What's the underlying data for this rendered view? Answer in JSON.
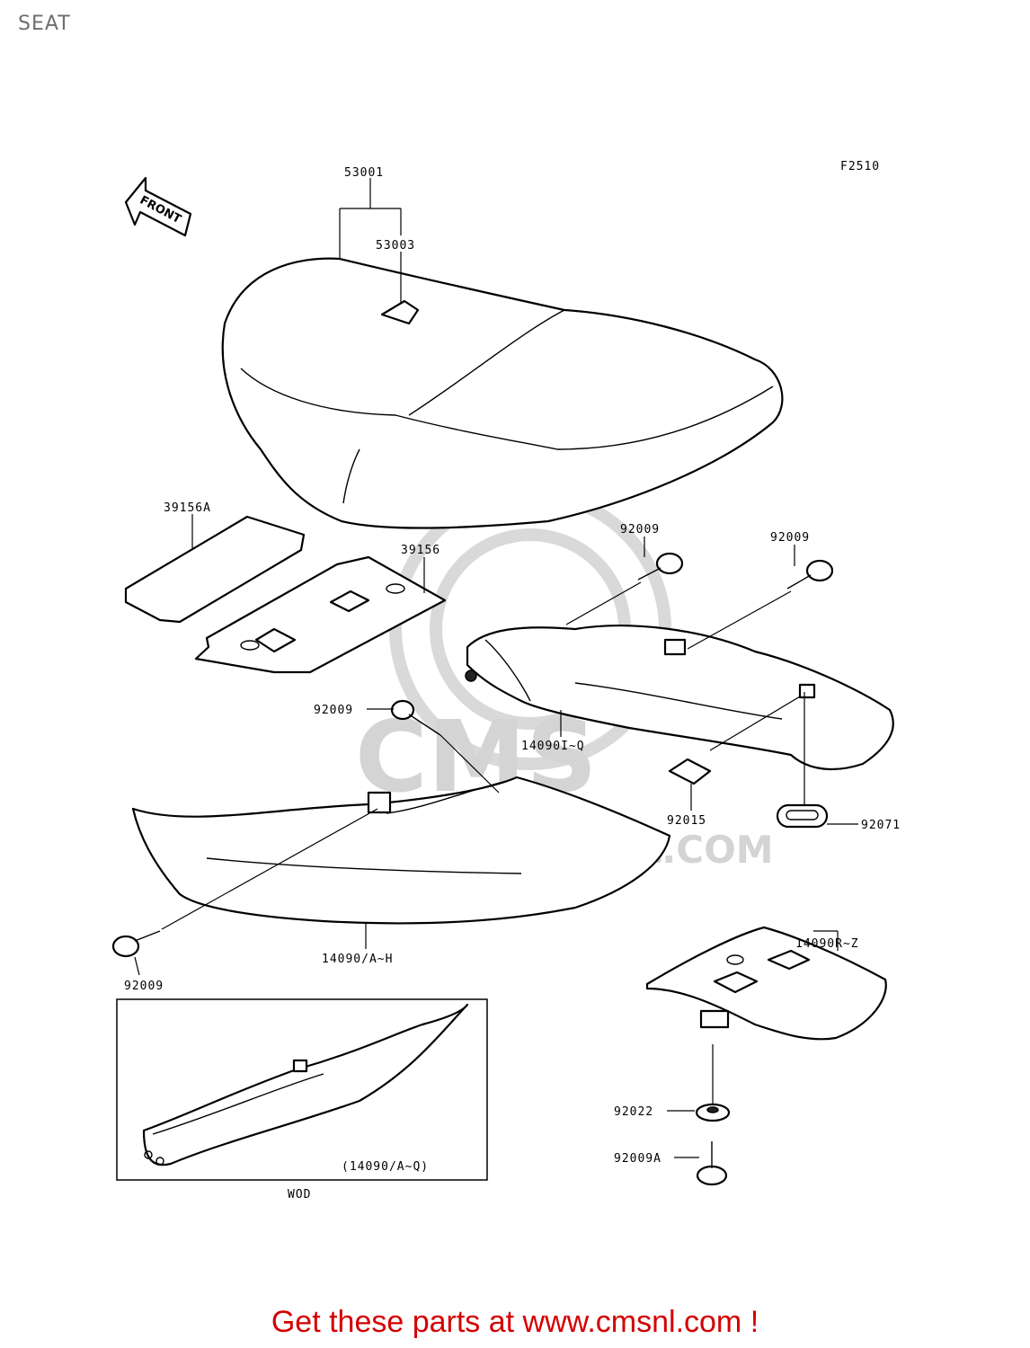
{
  "page_title": "SEAT",
  "figure_code": "F2510",
  "front_arrow": "FRONT",
  "watermark": {
    "logo": "CMS",
    "url": "WWW.CMSNL.COM"
  },
  "labels": {
    "l53001": "53001",
    "l53003": "53003",
    "l39156A": "39156A",
    "l39156": "39156",
    "l92009_a": "92009",
    "l92009_b": "92009",
    "l92009_c": "92009",
    "l92009_d": "92009",
    "l14090I": "14090I~Q",
    "l92015": "92015",
    "l92071": "92071",
    "l14090A": "14090/A~H",
    "l14090R": "14090R~Z",
    "l92022": "92022",
    "l92009A": "92009A",
    "inset_ref": "(14090/A~Q)",
    "inset_caption": "WOD"
  },
  "footer": "Get these parts at www.cmsnl.com !"
}
